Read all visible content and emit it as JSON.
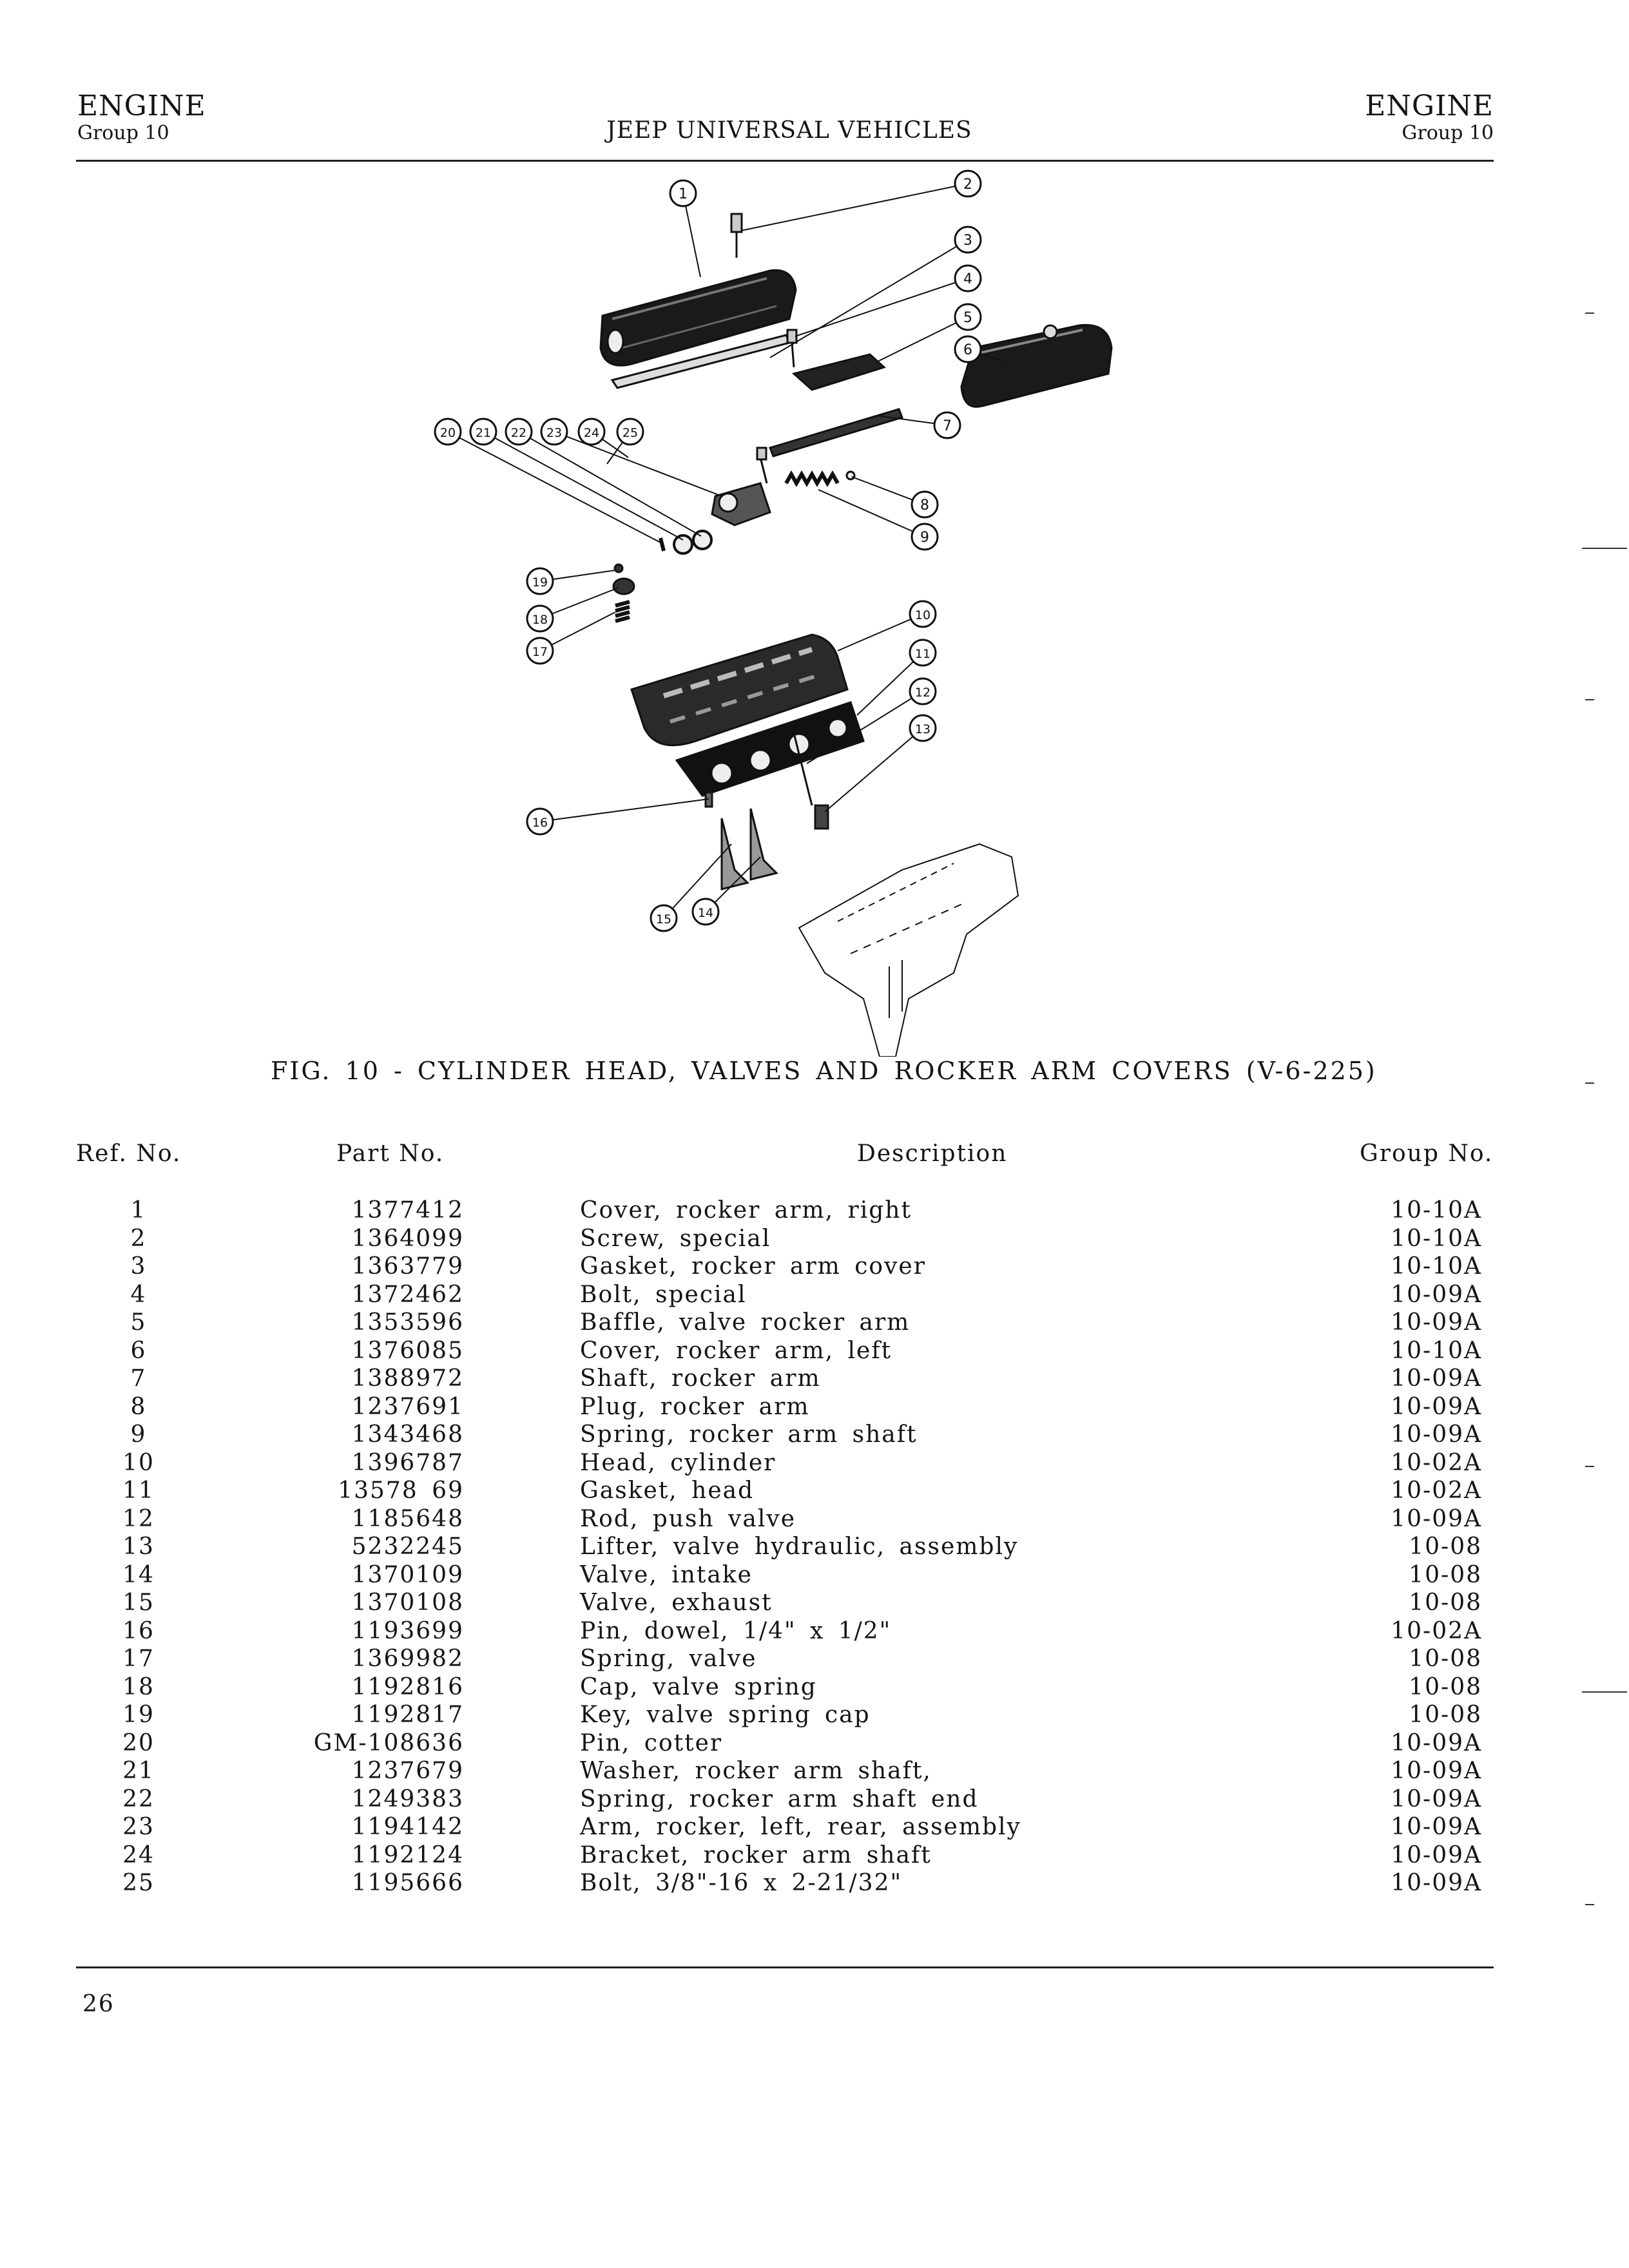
{
  "header": {
    "left_title": "ENGINE",
    "left_group": "Group 10",
    "center_title": "JEEP UNIVERSAL VEHICLES",
    "right_title": "ENGINE",
    "right_group": "Group 10"
  },
  "figure": {
    "caption": "FIG. 10 - CYLINDER HEAD, VALVES AND ROCKER ARM COVERS (V-6-225)",
    "callouts": [
      "1",
      "2",
      "3",
      "4",
      "5",
      "6",
      "7",
      "8",
      "9",
      "10",
      "11",
      "12",
      "13",
      "14",
      "15",
      "16",
      "17",
      "18",
      "19",
      "20",
      "21",
      "22",
      "23",
      "24",
      "25"
    ]
  },
  "table": {
    "headers": {
      "ref": "Ref. No.",
      "part": "Part No.",
      "description": "Description",
      "group": "Group No."
    },
    "rows": [
      {
        "ref": "1",
        "part": "1377412",
        "description": "Cover, rocker arm, right",
        "group": "10-10A"
      },
      {
        "ref": "2",
        "part": "1364099",
        "description": "Screw, special",
        "group": "10-10A"
      },
      {
        "ref": "3",
        "part": "1363779",
        "description": "Gasket, rocker arm cover",
        "group": "10-10A"
      },
      {
        "ref": "4",
        "part": "1372462",
        "description": "Bolt, special",
        "group": "10-09A"
      },
      {
        "ref": "5",
        "part": "1353596",
        "description": "Baffle, valve rocker arm",
        "group": "10-09A"
      },
      {
        "ref": "6",
        "part": "1376085",
        "description": "Cover, rocker arm, left",
        "group": "10-10A"
      },
      {
        "ref": "7",
        "part": "1388972",
        "description": "Shaft, rocker arm",
        "group": "10-09A"
      },
      {
        "ref": "8",
        "part": "1237691",
        "description": "Plug, rocker arm",
        "group": "10-09A"
      },
      {
        "ref": "9",
        "part": "1343468",
        "description": "Spring, rocker arm shaft",
        "group": "10-09A"
      },
      {
        "ref": "10",
        "part": "1396787",
        "description": "Head, cylinder",
        "group": "10-02A"
      },
      {
        "ref": "11",
        "part": "13578 69",
        "description": "Gasket, head",
        "group": "10-02A"
      },
      {
        "ref": "12",
        "part": "1185648",
        "description": "Rod, push valve",
        "group": "10-09A"
      },
      {
        "ref": "13",
        "part": "5232245",
        "description": "Lifter, valve hydraulic, assembly",
        "group": "10-08"
      },
      {
        "ref": "14",
        "part": "1370109",
        "description": "Valve, intake",
        "group": "10-08"
      },
      {
        "ref": "15",
        "part": "1370108",
        "description": "Valve, exhaust",
        "group": "10-08"
      },
      {
        "ref": "16",
        "part": "1193699",
        "description": "Pin, dowel, 1/4\" x 1/2\"",
        "group": "10-02A"
      },
      {
        "ref": "17",
        "part": "1369982",
        "description": "Spring, valve",
        "group": "10-08"
      },
      {
        "ref": "18",
        "part": "1192816",
        "description": "Cap, valve spring",
        "group": "10-08"
      },
      {
        "ref": "19",
        "part": "1192817",
        "description": "Key, valve spring cap",
        "group": "10-08"
      },
      {
        "ref": "20",
        "part": "GM-108636",
        "description": "Pin, cotter",
        "group": "10-09A"
      },
      {
        "ref": "21",
        "part": "1237679",
        "description": "Washer, rocker arm shaft,",
        "group": "10-09A"
      },
      {
        "ref": "22",
        "part": "1249383",
        "description": "Spring, rocker arm shaft end",
        "group": "10-09A"
      },
      {
        "ref": "23",
        "part": "1194142",
        "description": "Arm, rocker, left, rear, assembly",
        "group": "10-09A"
      },
      {
        "ref": "24",
        "part": "1192124",
        "description": "Bracket, rocker arm shaft",
        "group": "10-09A"
      },
      {
        "ref": "25",
        "part": "1195666",
        "description": "Bolt, 3/8\"-16 x 2-21/32\"",
        "group": "10-09A"
      }
    ]
  },
  "footer": {
    "page_number": "26"
  }
}
